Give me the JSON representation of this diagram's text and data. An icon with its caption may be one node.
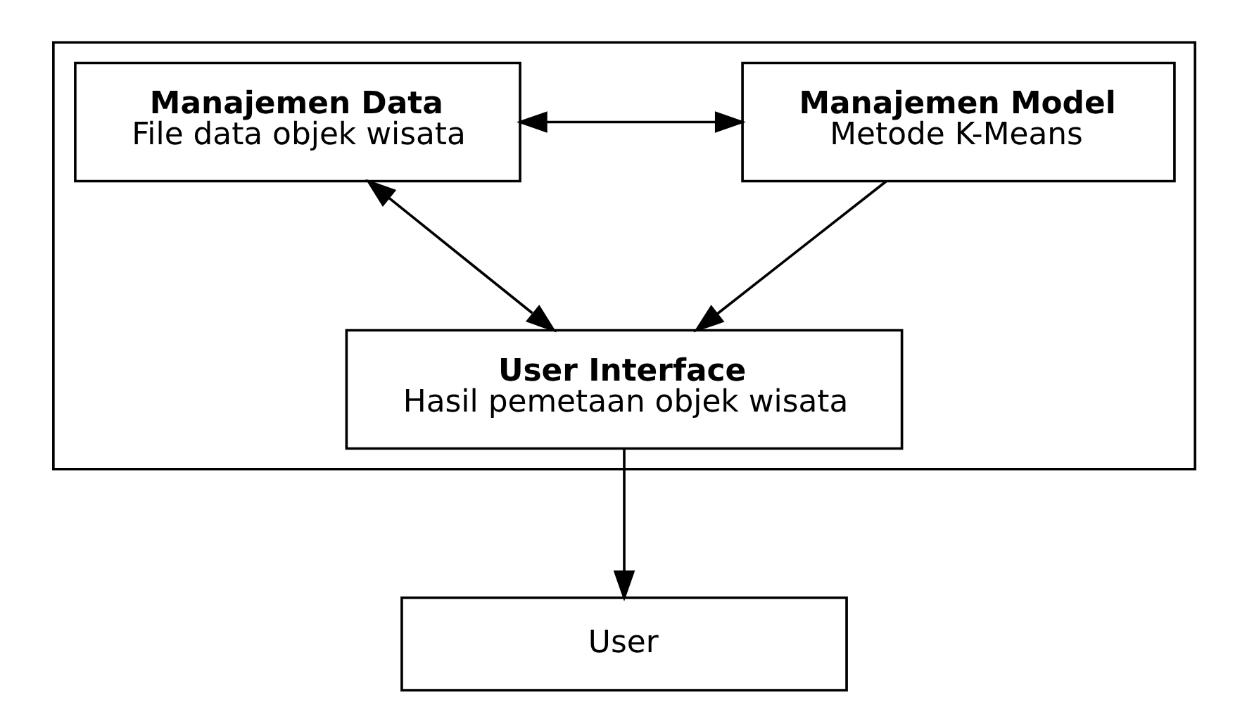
{
  "diagram": {
    "nodes": [
      {
        "text": [],
        "shape": "box"
      },
      {
        "text": [
          "Manajemen Data",
          "File data objek wisata"
        ],
        "in": 0
      },
      {
        "text": [
          "Manajemen Model",
          "Metode K-Means"
        ],
        "in": 0
      },
      {
        "text": [
          "User Interface",
          "Hasil pemetaan objek wisata"
        ],
        "in": 0
      },
      {
        "text": [
          "User"
        ]
      }
    ],
    "edges": [
      {
        "from": 1,
        "to": 2,
        "arrow": "both"
      },
      {
        "from": 1,
        "to": 3,
        "arrow": "both"
      },
      {
        "from": 2,
        "to": 3,
        "arrow": "to"
      },
      {
        "from": 3,
        "to": 4,
        "arrow": "to"
      }
    ]
  }
}
